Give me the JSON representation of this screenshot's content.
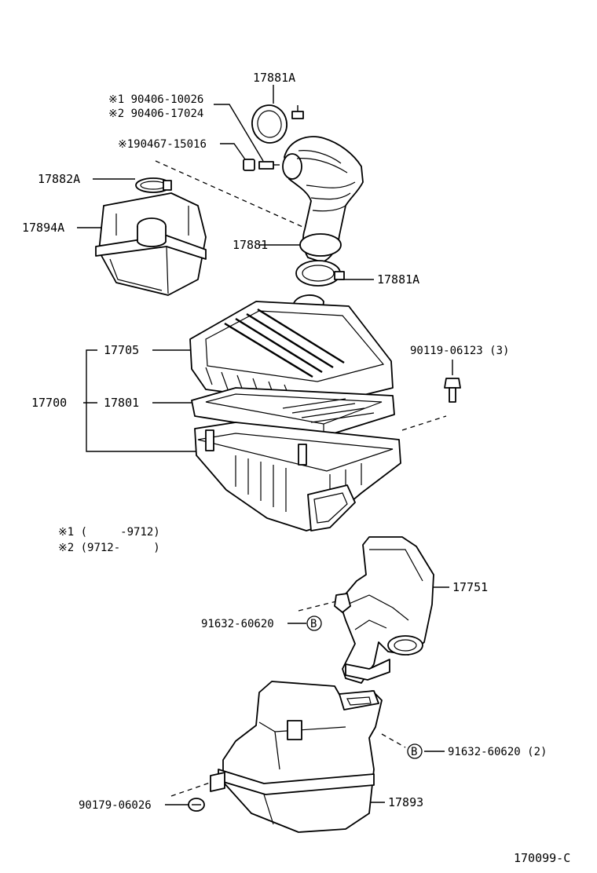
{
  "diagram_id": "170099-C",
  "labels": {
    "p17881A_top": "17881A",
    "note1_bolt": "※1 90406-10026",
    "note2_bolt": "※2 90406-17024",
    "clamp_screw": "※190467-15016",
    "p17882A": "17882A",
    "p17894A": "17894A",
    "p17881": "17881",
    "p17881A_bottom": "17881A",
    "p17705": "17705",
    "p17700": "17700",
    "p17801": "17801",
    "bolt_90119": "90119-06123 (3)",
    "note1_range": "※1 (     -9712)",
    "note2_range": "※2 (9712-     )",
    "p17751": "17751",
    "clip_91632_a": "91632-60620",
    "clip_91632_b": "91632-60620 (2)",
    "callout_b": "B",
    "p17893": "17893",
    "screw_90179": "90179-06026"
  }
}
